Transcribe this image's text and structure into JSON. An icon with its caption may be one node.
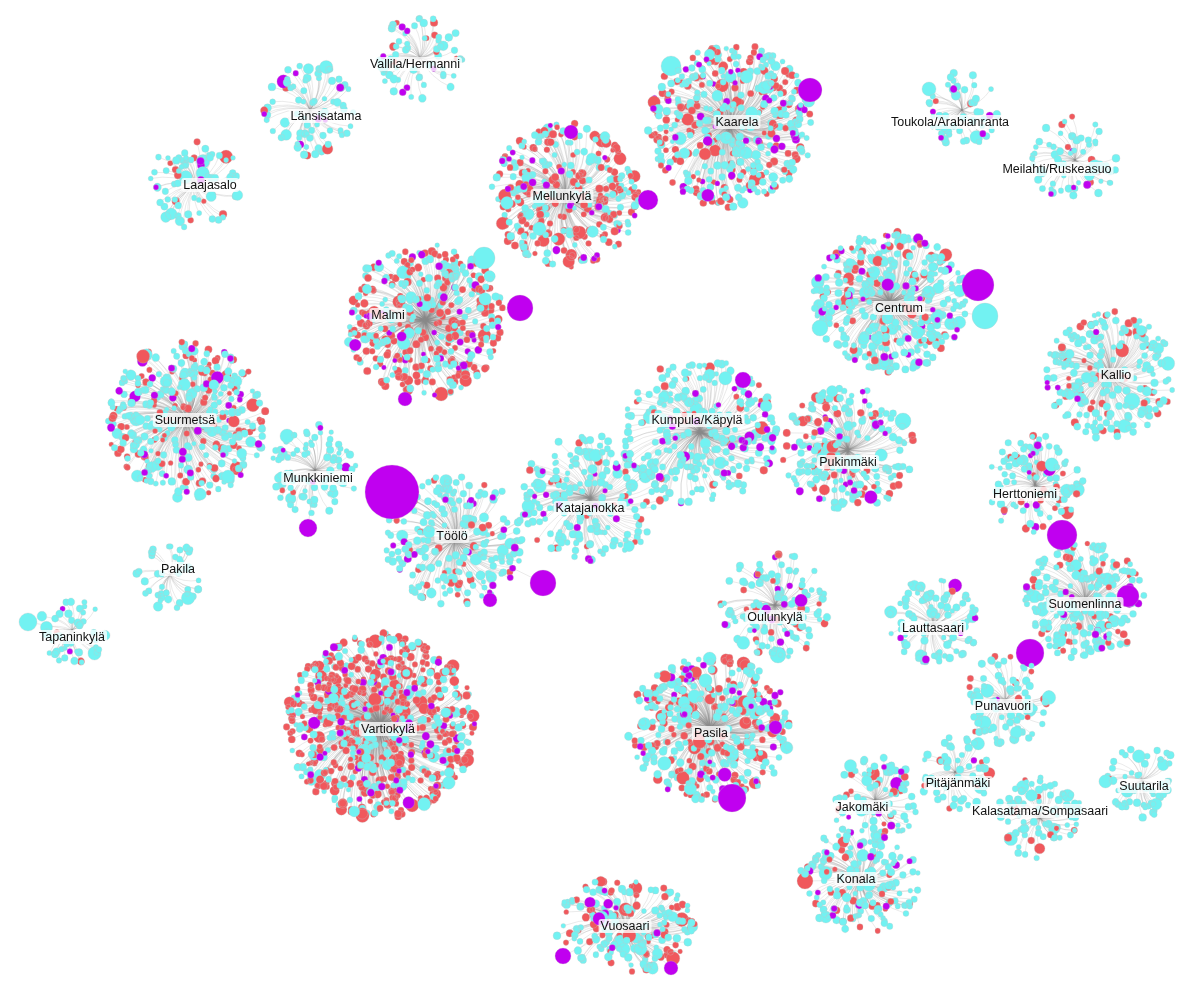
{
  "diagram": {
    "labels": [
      "Vallila/Hermanni",
      "Länsisatama",
      "Kaarela",
      "Toukola/Arabianranta",
      "Meilahti/Ruskeasuo",
      "Laajasalo",
      "Mellunkylä",
      "Centrum",
      "Malmi",
      "Kallio",
      "Suurmetsä",
      "Kumpula/Käpylä",
      "Pukinmäki",
      "Munkkiniemi",
      "Herttoniemi",
      "Katajanokka",
      "Töölö",
      "Pakila",
      "Suomenlinna",
      "Oulunkylä",
      "Lauttasaari",
      "Tapaninkylä",
      "Punavuori",
      "Vartiokylä",
      "Pasila",
      "Pitäjänmäki",
      "Suutarila",
      "Jakomäki",
      "Kalasatama/Sompasaari",
      "Konala",
      "Vuosaari"
    ]
  }
}
